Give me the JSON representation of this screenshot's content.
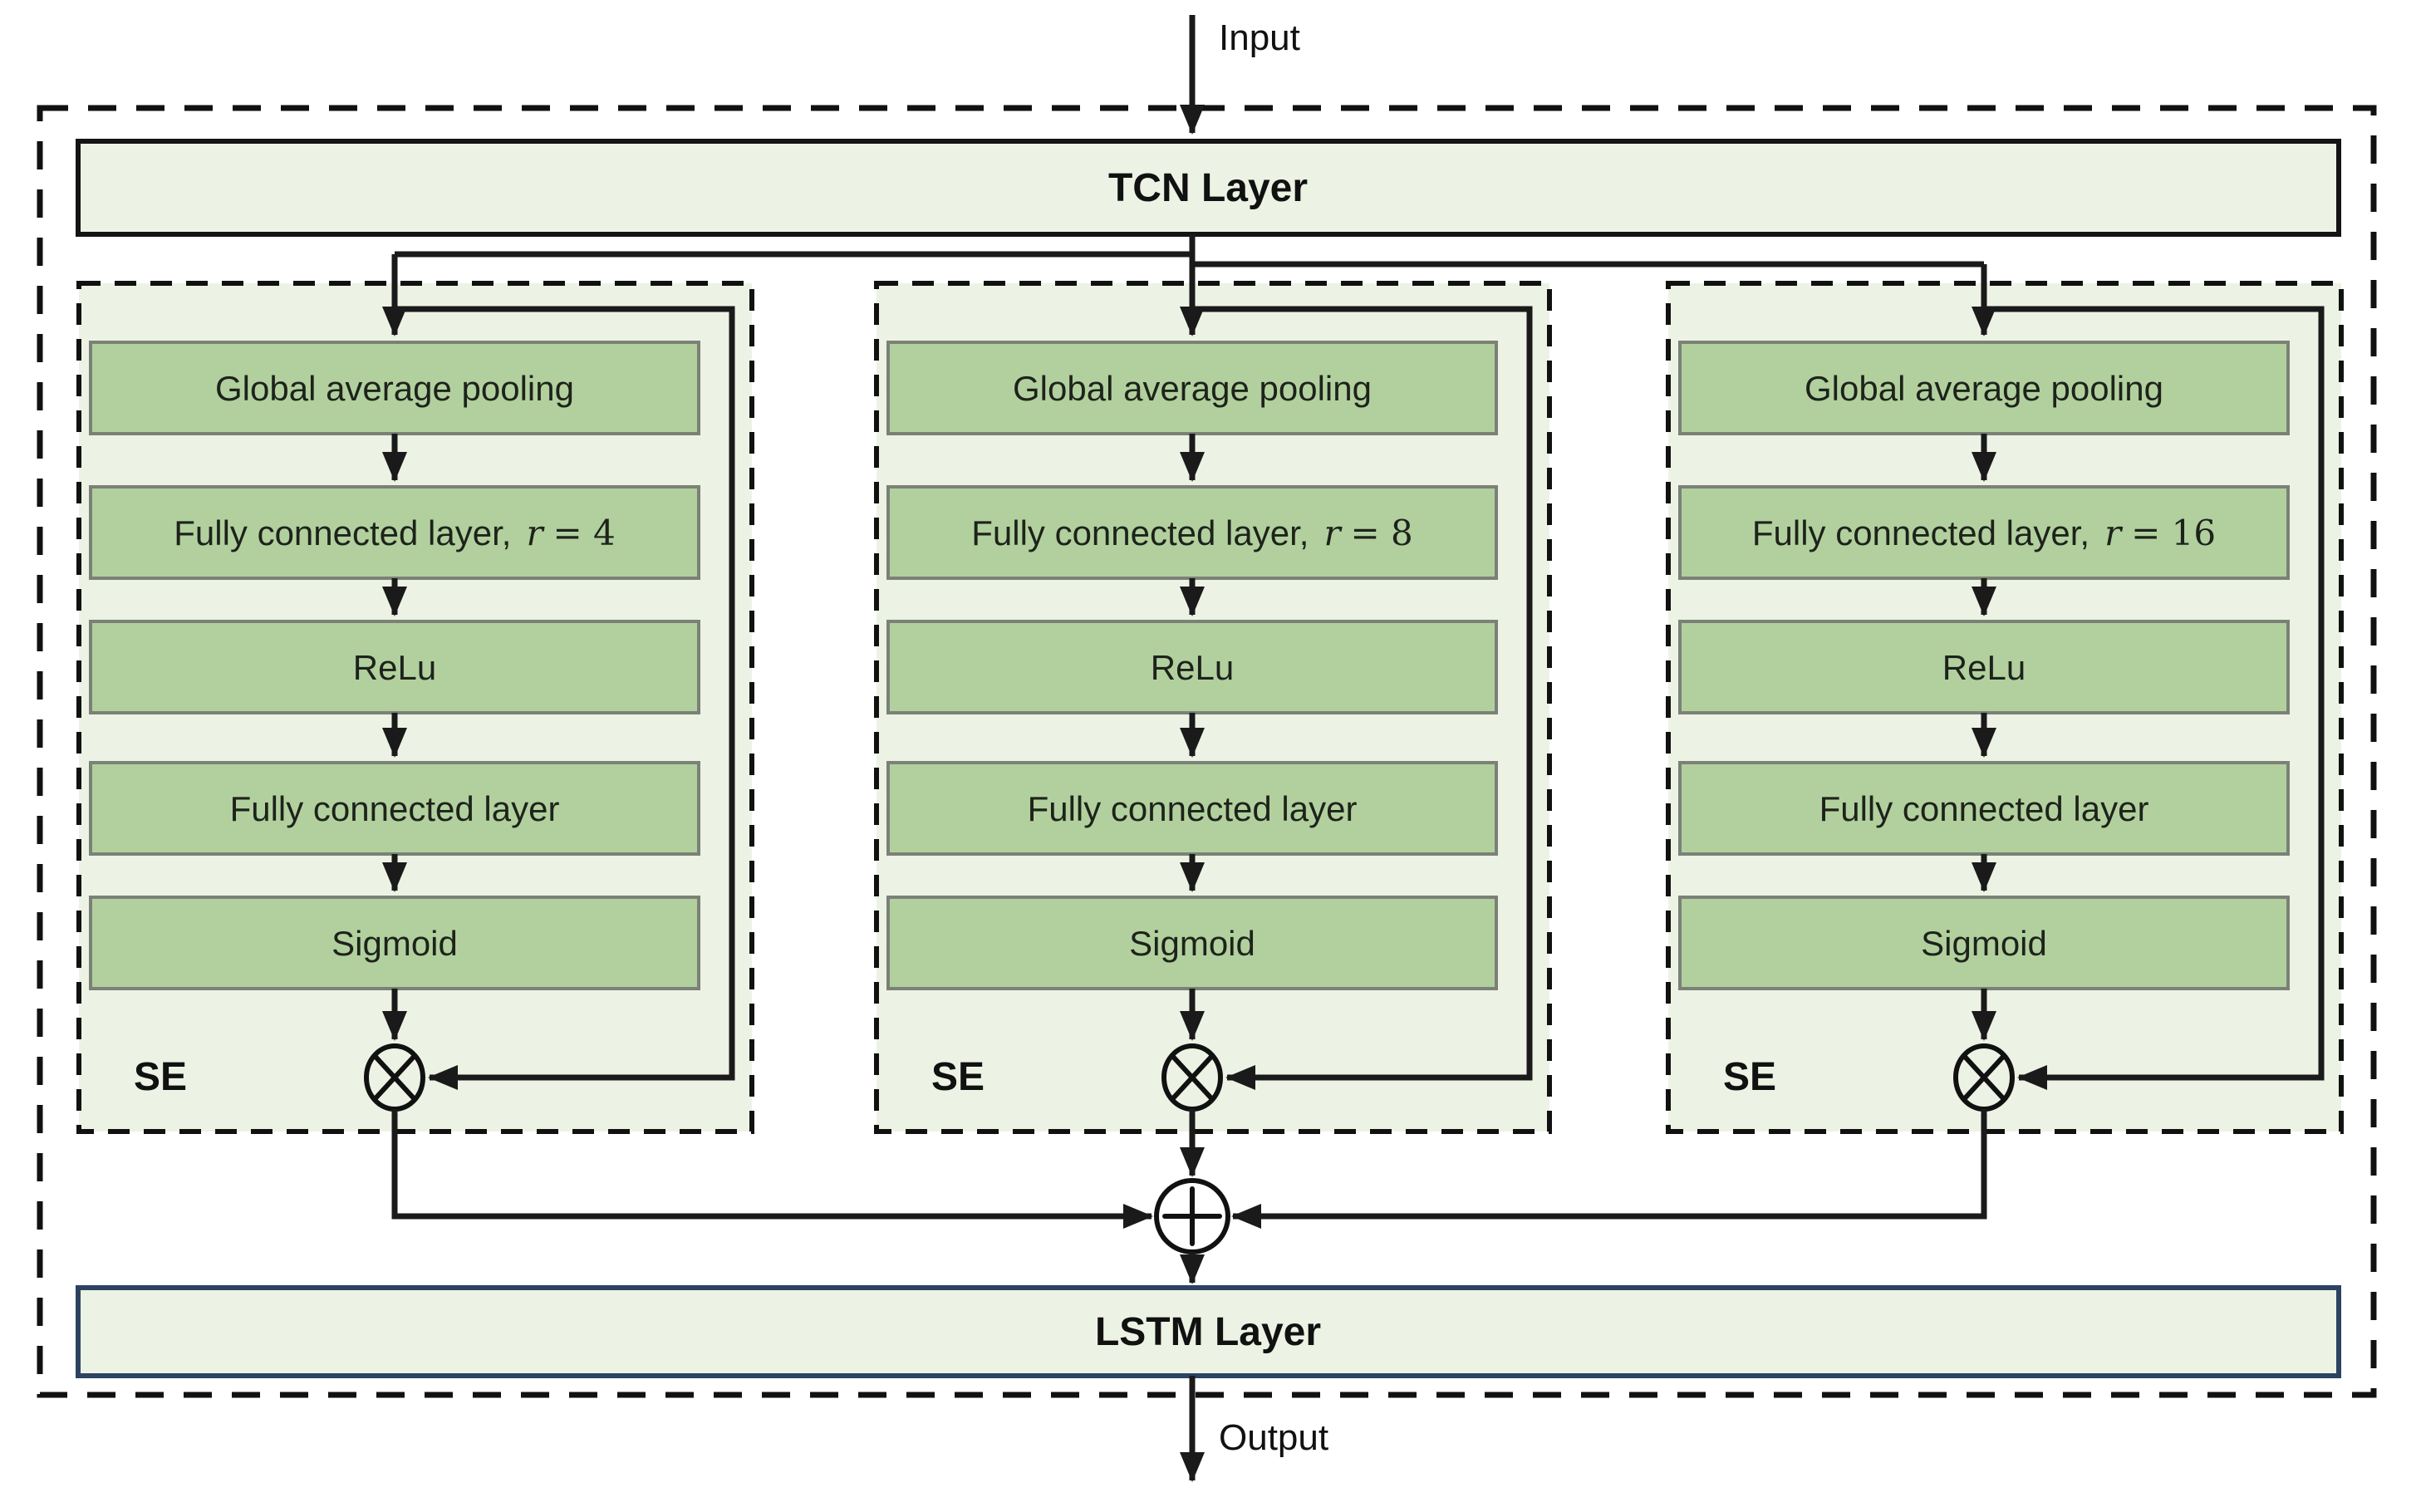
{
  "figure": {
    "input_label": "Input",
    "output_label": "Output",
    "tcn_label": "TCN Layer",
    "lstm_label": "LSTM Layer"
  },
  "operators": {
    "multiply_symbol": "⊗",
    "add_symbol": "⊕"
  },
  "se_blocks": [
    {
      "se_label": "SE",
      "global_pooling": "Global average pooling",
      "fc_reduce_prefix": "Fully connected layer,",
      "fc_reduce_var": "r",
      "fc_reduce_eq": "= 4",
      "relu": "ReLu",
      "fc_expand": "Fully connected layer",
      "sigmoid": "Sigmoid"
    },
    {
      "se_label": "SE",
      "global_pooling": "Global average pooling",
      "fc_reduce_prefix": "Fully connected layer,",
      "fc_reduce_var": "r",
      "fc_reduce_eq": "= 8",
      "relu": "ReLu",
      "fc_expand": "Fully connected layer",
      "sigmoid": "Sigmoid"
    },
    {
      "se_label": "SE",
      "global_pooling": "Global average pooling",
      "fc_reduce_prefix": "Fully connected layer,",
      "fc_reduce_var": "r",
      "fc_reduce_eq": "= 16",
      "relu": "ReLu",
      "fc_expand": "Fully connected layer",
      "sigmoid": "Sigmoid"
    }
  ],
  "colors": {
    "panel_fill": "#ecf3e4",
    "inner_box_fill": "#b2d09e",
    "inner_box_border": "#7b8177",
    "line": "#1a1a1a",
    "lstm_border": "#2d4263",
    "background": "#ffffff"
  }
}
